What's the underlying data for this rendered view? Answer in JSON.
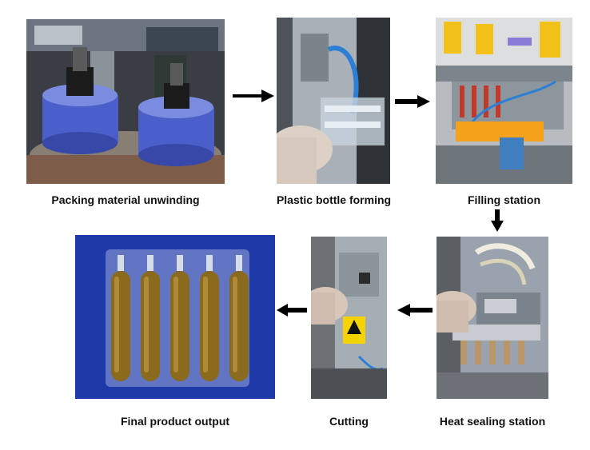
{
  "steps": [
    {
      "label": "Packing material unwinding"
    },
    {
      "label": "Plastic bottle forming"
    },
    {
      "label": "Filling station"
    },
    {
      "label": "Heat sealing station"
    },
    {
      "label": "Cutting"
    },
    {
      "label": "Final product output"
    }
  ],
  "colors": {
    "arrow": "#000000",
    "film_blue": "#4a5fc9",
    "product_bg": "#1e3aa8",
    "oil": "#8a6a1c",
    "filling_yellow": "#f2c21b",
    "machine_steel": "#9aa3ad"
  },
  "icons": {
    "photo_1": "unwinding-rolls-photo",
    "photo_2": "forming-machine-photo",
    "photo_3": "filling-station-photo",
    "photo_4": "heat-sealing-photo",
    "photo_5": "cutting-machine-photo",
    "photo_6": "ampoule-strip-photo",
    "arrows": "arrow-icon"
  }
}
